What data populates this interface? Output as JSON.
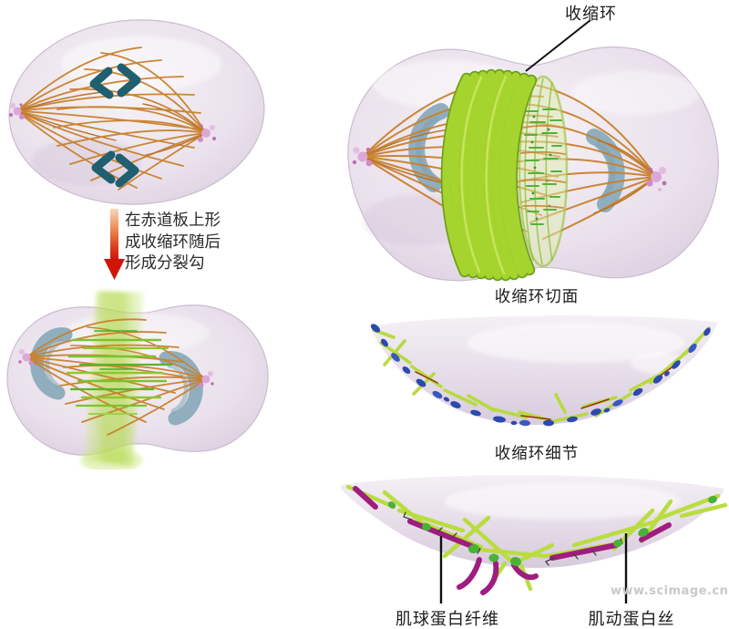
{
  "labels": {
    "contractile_ring": "收缩环",
    "ring_cross_section": "收缩环切面",
    "ring_detail": "收缩环细节",
    "myosin_fiber": "肌球蛋白纤维",
    "actin_filament": "肌动蛋白丝"
  },
  "caption": {
    "line1": "在赤道板上形",
    "line2": "成收缩环随后",
    "line3": "形成分裂勾"
  },
  "watermark": "www.scimage.cn",
  "colors": {
    "cell_body": "#e9e1ec",
    "cell_edge": "#cdbdd3",
    "spindle_fiber": "#c9802c",
    "chromosome": "#1f5f70",
    "daughter_nucleus": "#90aebd",
    "contractile_ring_green": "#a6d42e",
    "ring_green_dark": "#6fa01d",
    "aster_pink": "#d9a4d4",
    "membrane_protein_blue": "#2c49ad",
    "actin_green": "#b7da41",
    "myosin_magenta": "#a01d80",
    "myosin_node_green": "#4bb038",
    "arrow_red": "#cf1408"
  }
}
